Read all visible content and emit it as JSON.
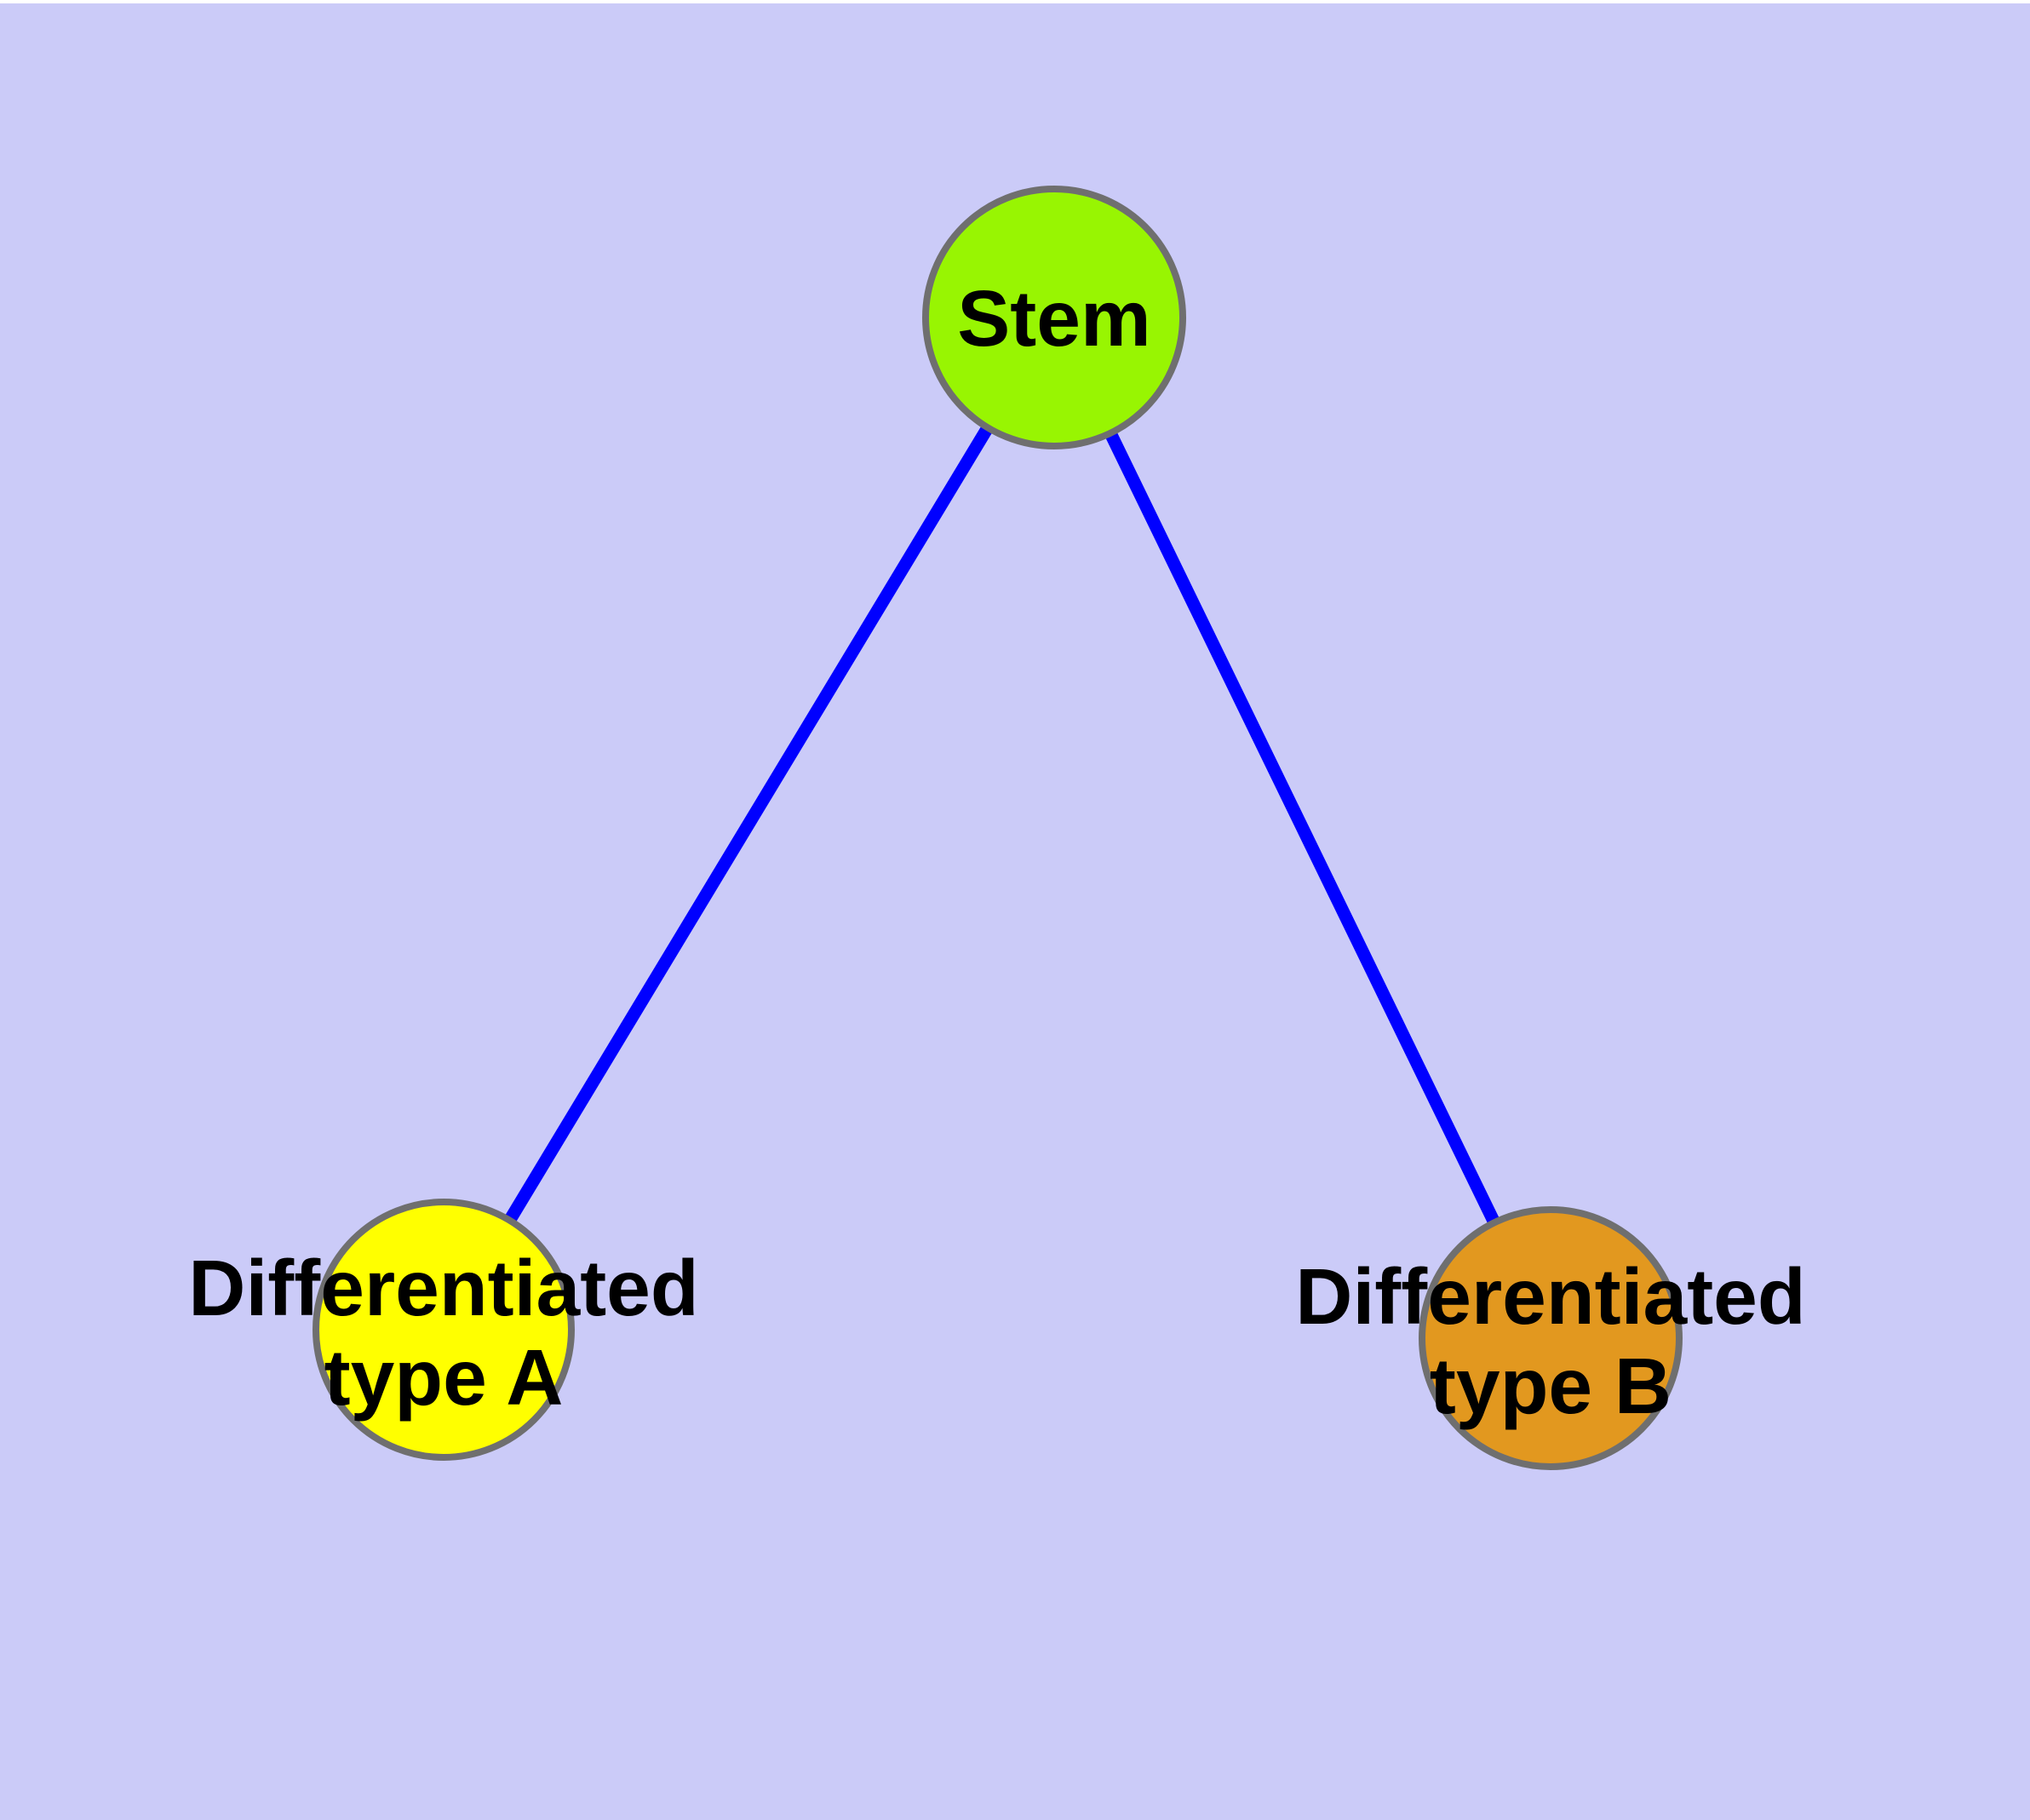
{
  "colors": {
    "page_background": "#FFFFFF",
    "canvas_background": "#CBCBF8",
    "edge": "#0000FF",
    "node_border": "#6F6F6F",
    "label_text": "#000000"
  },
  "diagram": {
    "type": "node-link-graph",
    "nodes": [
      {
        "id": "stem",
        "label": "Stem",
        "fill": "#98F502"
      },
      {
        "id": "differentiated-a",
        "label_lines": [
          "Differentiated",
          "type A"
        ],
        "fill": "#FFFF00"
      },
      {
        "id": "differentiated-b",
        "label_lines": [
          "Differentiated",
          "type B"
        ],
        "fill": "#E2981F"
      }
    ],
    "edges": [
      {
        "from": "stem",
        "to": "differentiated-a"
      },
      {
        "from": "stem",
        "to": "differentiated-b"
      }
    ]
  }
}
